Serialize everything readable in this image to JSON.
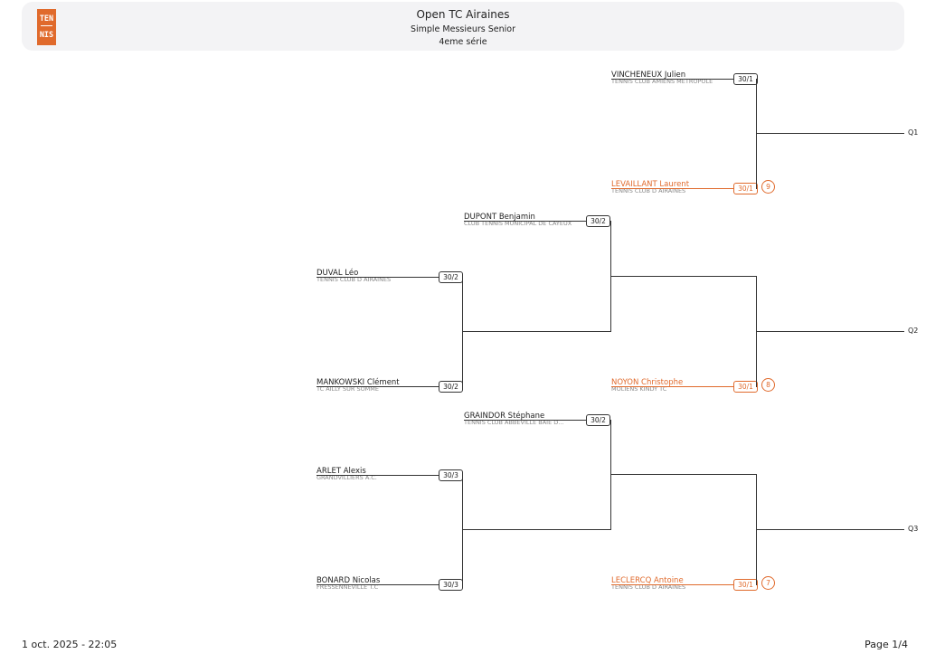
{
  "header": {
    "logo_top": "TEN",
    "logo_bottom": "NIS",
    "title": "Open TC Airaines",
    "subtitle": "Simple Messieurs Senior",
    "serie": "4eme série"
  },
  "players": {
    "p1": {
      "name": "VINCHENEUX Julien",
      "club": "TENNIS CLUB AMIENS METROPOLE",
      "rank": "30/1"
    },
    "p2": {
      "name": "LEVAILLANT Laurent",
      "club": "TENNIS CLUB D AIRAINES",
      "rank": "30/1",
      "seed": "9"
    },
    "p3": {
      "name": "DUPONT Benjamin",
      "club": "Club Tennis Municipal de CAYEUX",
      "rank": "30/2"
    },
    "p4": {
      "name": "DUVAL Léo",
      "club": "TENNIS CLUB D AIRAINES",
      "rank": "30/2"
    },
    "p5": {
      "name": "MANKOWSKI Clément",
      "club": "TC AILLY SUR SOMME",
      "rank": "30/2"
    },
    "p6": {
      "name": "NOYON Christophe",
      "club": "MOLIENS KINDY TC",
      "rank": "30/1",
      "seed": "8"
    },
    "p7": {
      "name": "GRAINDOR Stéphane",
      "club": "TENNIS CLUB ABBEVILLE BAIE D...",
      "rank": "30/2"
    },
    "p8": {
      "name": "ARLET Alexis",
      "club": "GRANDVILLIERS A.C.",
      "rank": "30/3"
    },
    "p9": {
      "name": "BONARD Nicolas",
      "club": "FRESSENNEVILLE T.C",
      "rank": "30/3"
    },
    "p10": {
      "name": "LECLERCQ Antoine",
      "club": "TENNIS CLUB D AIRAINES",
      "rank": "30/1",
      "seed": "7"
    }
  },
  "qualifiers": {
    "q1": "Q1",
    "q2": "Q2",
    "q3": "Q3"
  },
  "footer": {
    "date": "1 oct. 2025 - 22:05",
    "page": "Page 1/4"
  },
  "colors": {
    "seed_accent": "#e06a2c",
    "header_bg": "#f3f3f5",
    "line": "#333333"
  }
}
